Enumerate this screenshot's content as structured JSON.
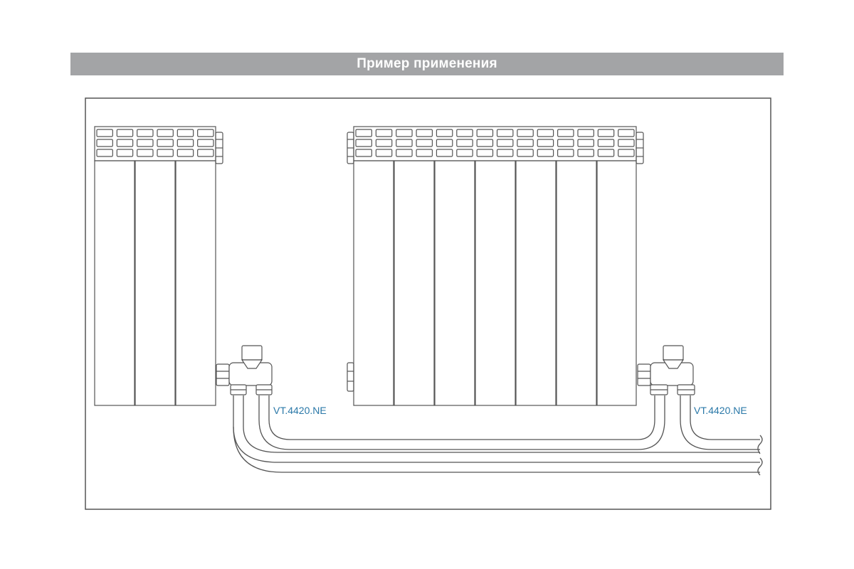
{
  "header": {
    "title": "Пример применения"
  },
  "labels": {
    "left_valve": "VT.4420.NE",
    "right_valve": "VT.4420.NE"
  },
  "colors": {
    "header_bg": "#a3a4a6",
    "line": "#555555",
    "label": "#2a78a8"
  }
}
